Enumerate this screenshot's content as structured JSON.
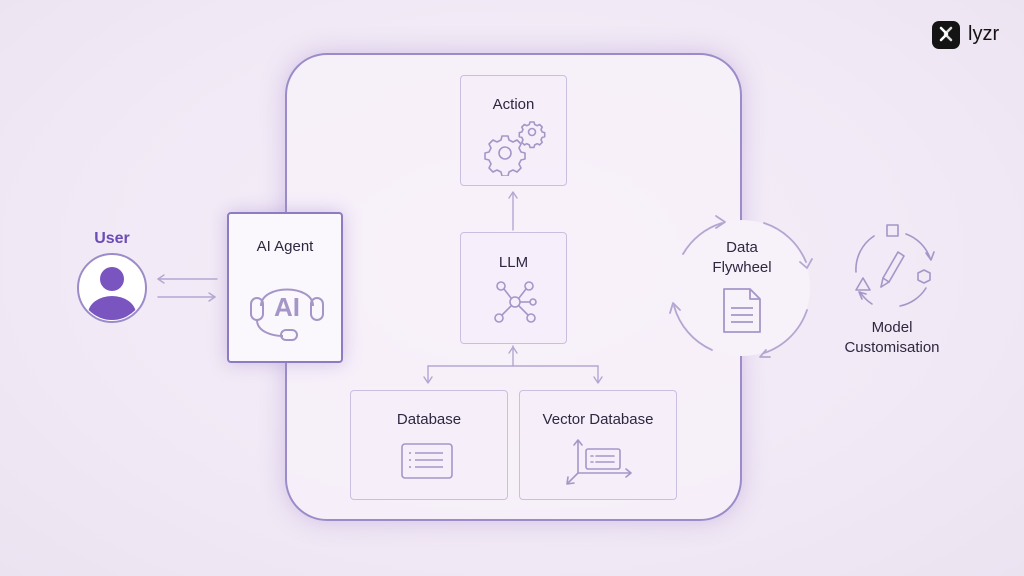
{
  "brand": {
    "name": "lyzr"
  },
  "user": {
    "label": "User"
  },
  "agent": {
    "label": "AI Agent",
    "icon_text": "AI"
  },
  "action": {
    "label": "Action"
  },
  "llm": {
    "label": "LLM"
  },
  "database": {
    "label": "Database"
  },
  "vector_database": {
    "label": "Vector Database"
  },
  "flywheel": {
    "label": "Data Flywheel"
  },
  "model": {
    "label": "Model Customisation"
  },
  "colors": {
    "accent": "#6b4bb5",
    "container_border": "#9b8cc9",
    "box_border": "#cbbfe0",
    "icon_stroke": "#a596c8",
    "background": "#f3ecf7"
  },
  "icons": [
    "user-avatar-icon",
    "headset-ai-icon",
    "gears-icon",
    "network-nodes-icon",
    "list-document-icon",
    "vector-axes-icon",
    "document-icon",
    "pencil-shapes-cycle-icon"
  ]
}
